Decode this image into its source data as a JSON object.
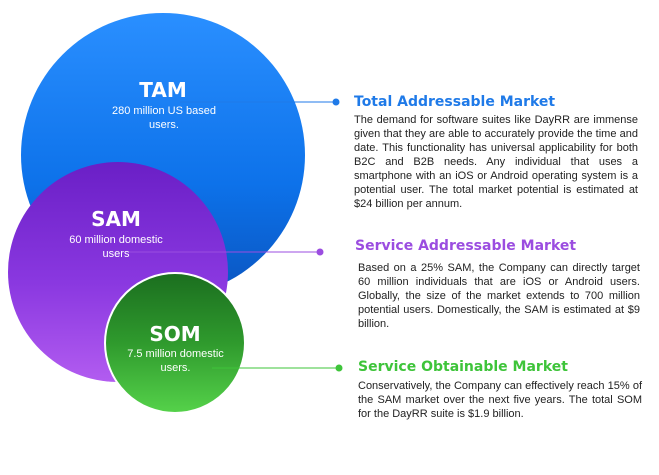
{
  "colors": {
    "tam_accent": "#1f7ae8",
    "sam_accent": "#9b4de0",
    "som_accent": "#3ec43a"
  },
  "tam": {
    "label": "TAM",
    "sub": "280 million US based users.",
    "heading": "Total Addressable Market",
    "body": "The demand for software suites like DayRR are immense given that they are able to accurately provide the time and date. This functionality has universal applicability for both B2C and B2B needs. Any individual that uses a smartphone with an iOS or Android operating system is a potential user. The total market potential is estimated at $24 billion per annum."
  },
  "sam": {
    "label": "SAM",
    "sub": "60 million domestic users",
    "heading": "Service Addressable Market",
    "body": "Based on a 25% SAM, the Company can directly target 60 million individuals that are iOS or Android users. Globally, the size of the market extends to 700 million potential users. Domestically, the SAM is estimated at $9 billion."
  },
  "som": {
    "label": "SOM",
    "sub": "7.5 million domestic users.",
    "heading": "Service Obtainable Market",
    "body": "Conservatively, the Company can effectively reach 15% of the SAM market over the next five years. The total SOM for the DayRR suite is $1.9 billion."
  }
}
